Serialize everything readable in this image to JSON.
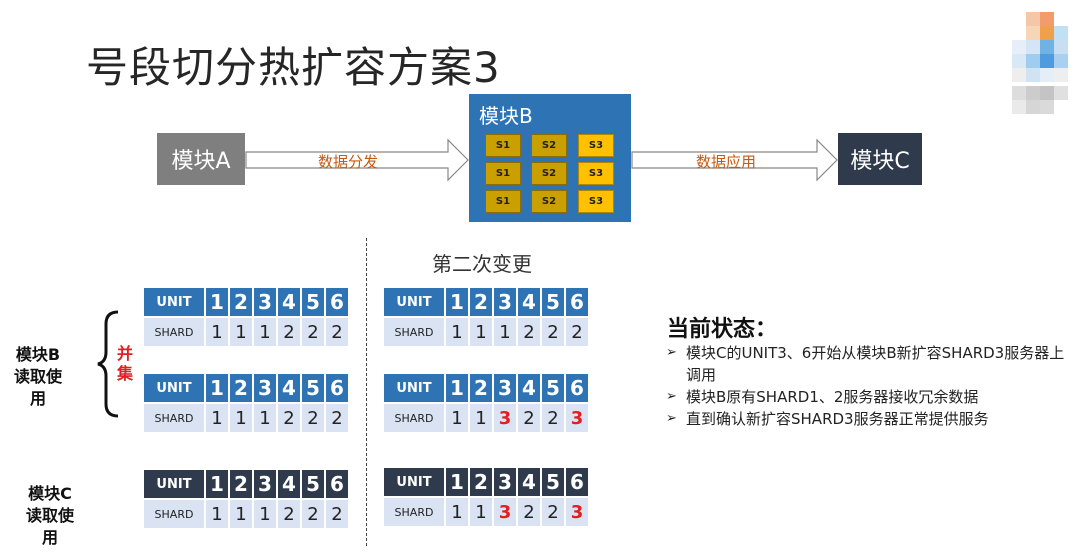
{
  "title": "号段切分热扩容方案3",
  "modules": {
    "a": "模块A",
    "b": "模块B",
    "c": "模块C"
  },
  "arrows": {
    "distribute": "数据分发",
    "apply": "数据应用"
  },
  "shard_grid": [
    [
      "S1",
      "S2",
      "S3"
    ],
    [
      "S1",
      "S2",
      "S3"
    ],
    [
      "S1",
      "S2",
      "S3"
    ]
  ],
  "change_title": "第二次变更",
  "side_labels": {
    "module_b_read": [
      "模块B",
      "读取使用"
    ],
    "union": "并集",
    "module_c_read": [
      "模块C",
      "读取使用"
    ]
  },
  "tables": {
    "unit_label": "UNIT",
    "shard_label": "SHARD",
    "units": [
      "1",
      "2",
      "3",
      "4",
      "5",
      "6"
    ],
    "left": [
      [
        "1",
        "1",
        "1",
        "2",
        "2",
        "2"
      ],
      [
        "1",
        "1",
        "1",
        "2",
        "2",
        "2"
      ],
      [
        "1",
        "1",
        "1",
        "2",
        "2",
        "2"
      ]
    ],
    "right": [
      [
        "1",
        "1",
        "1",
        "2",
        "2",
        "2"
      ],
      [
        "1",
        "1",
        "3",
        "2",
        "2",
        "3"
      ],
      [
        "1",
        "1",
        "3",
        "2",
        "2",
        "3"
      ]
    ]
  },
  "status": {
    "title": "当前状态：",
    "items": [
      "模块C的UNIT3、6开始从模块B新扩容SHARD3服务器上调用",
      "模块B原有SHARD1、2服务器接收冗余数据",
      "直到确认新扩容SHARD3服务器正常提供服务"
    ]
  },
  "colors": {
    "blue": "#2e74b5",
    "dark": "#2f3b4c",
    "light_cell": "#dae3f3",
    "highlight": "#e02020",
    "arrow_text": "#c55a11"
  }
}
